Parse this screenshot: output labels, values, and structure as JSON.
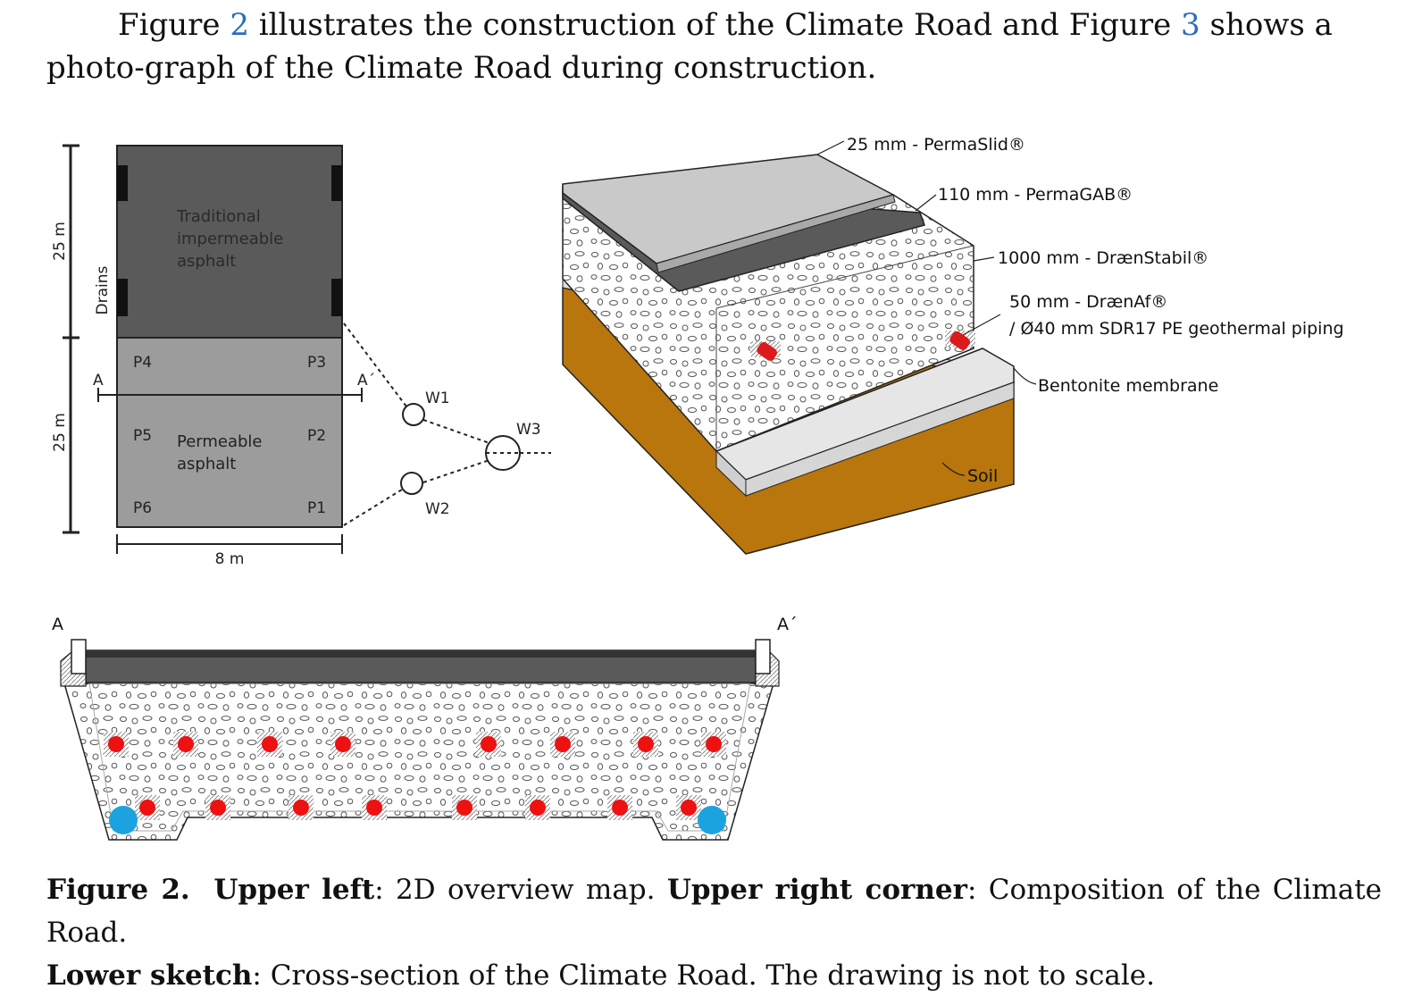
{
  "paragraph": {
    "part1": "Figure ",
    "ref1": "2",
    "part2": " illustrates the construction of the Climate Road and Figure ",
    "ref2": "3",
    "part3": " shows a photo-graph of the Climate Road during construction."
  },
  "overview_map": {
    "dim_25m_top": "25 m",
    "dim_25m_bottom": "25 m",
    "drains_label": "Drains",
    "traditional_label": [
      "Traditional",
      "impermeable",
      "asphalt"
    ],
    "permeable_label": [
      "Permeable",
      "asphalt"
    ],
    "points": [
      "P1",
      "P2",
      "P3",
      "P4",
      "P5",
      "P6"
    ],
    "section_a": "A",
    "section_a_prime": "A´",
    "wells": [
      "W1",
      "W2",
      "W3"
    ],
    "width_label": "8 m"
  },
  "composition": {
    "layers": [
      "25 mm - PermaSlid®",
      "110 mm - PermaGAB®",
      "1000 mm - DrænStabil®",
      "50 mm - DrænAf®",
      "/ Ø40 mm SDR17 PE geothermal piping",
      "Bentonite membrane",
      "Soil"
    ]
  },
  "cross_section": {
    "label_a": "A",
    "label_a_prime": "A´"
  },
  "caption": {
    "fig_label": "Figure 2.",
    "upper_left_label": "Upper left",
    "upper_left_text": ": 2D overview map. ",
    "upper_right_label": "Upper right corner",
    "upper_right_text": ": Composition of the Climate Road.",
    "lower_label": "Lower sketch",
    "lower_text": ": Cross-section of the Climate Road. The drawing is not to scale."
  },
  "colors": {
    "pipe_red": "#ee1111",
    "drain_blue": "#1ba3e0",
    "soil_brown": "#b8760c",
    "impermeable_gray": "#5a5a5a",
    "permeable_gray": "#9c9c9c",
    "link_blue": "#2a6ebb"
  }
}
